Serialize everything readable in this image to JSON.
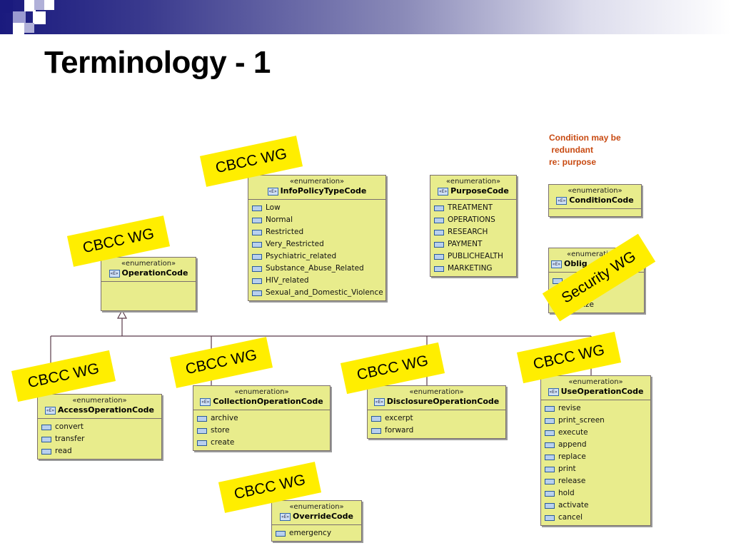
{
  "slide": {
    "title": "Terminology - 1"
  },
  "stereotype": "«enumeration»",
  "badge_text": "«E»",
  "condition_note": "Condition may be\n redundant\nre: purpose",
  "classes": {
    "info_policy": {
      "name": "InfoPolicyTypeCode",
      "items": [
        "Low",
        "Normal",
        "Restricted",
        "Very_Restricted",
        "Psychiatric_related",
        "Substance_Abuse_Related",
        "HIV_related",
        "Sexual_and_Domestic_Violence"
      ]
    },
    "purpose": {
      "name": "PurposeCode",
      "items": [
        "TREATMENT",
        "OPERATIONS",
        "RESEARCH",
        "PAYMENT",
        "PUBLICHEALTH",
        "MARKETING"
      ]
    },
    "condition": {
      "name": "ConditionCode",
      "items": []
    },
    "obligation": {
      "name": "Oblig",
      "items": [
        "",
        "",
        "nymize"
      ]
    },
    "operation": {
      "name": "OperationCode",
      "items": []
    },
    "access_op": {
      "name": "AccessOperationCode",
      "items": [
        "convert",
        "transfer",
        "read"
      ]
    },
    "collection_op": {
      "name": "CollectionOperationCode",
      "items": [
        "archive",
        "store",
        "create"
      ]
    },
    "disclosure_op": {
      "name": "DisclosureOperationCode",
      "items": [
        "excerpt",
        "forward"
      ]
    },
    "use_op": {
      "name": "UseOperationCode",
      "items": [
        "revise",
        "print_screen",
        "execute",
        "append",
        "replace",
        "print",
        "release",
        "hold",
        "activate",
        "cancel"
      ]
    },
    "override": {
      "name": "OverrideCode",
      "items": [
        "emergency"
      ]
    }
  },
  "notes": {
    "cbcc": "CBCC WG",
    "security": "Security WG"
  },
  "colors": {
    "class_fill": "#e8ec8c",
    "sticky_note": "#ffee00",
    "condition_text": "#c84a12",
    "connector": "#5a3a4a"
  }
}
